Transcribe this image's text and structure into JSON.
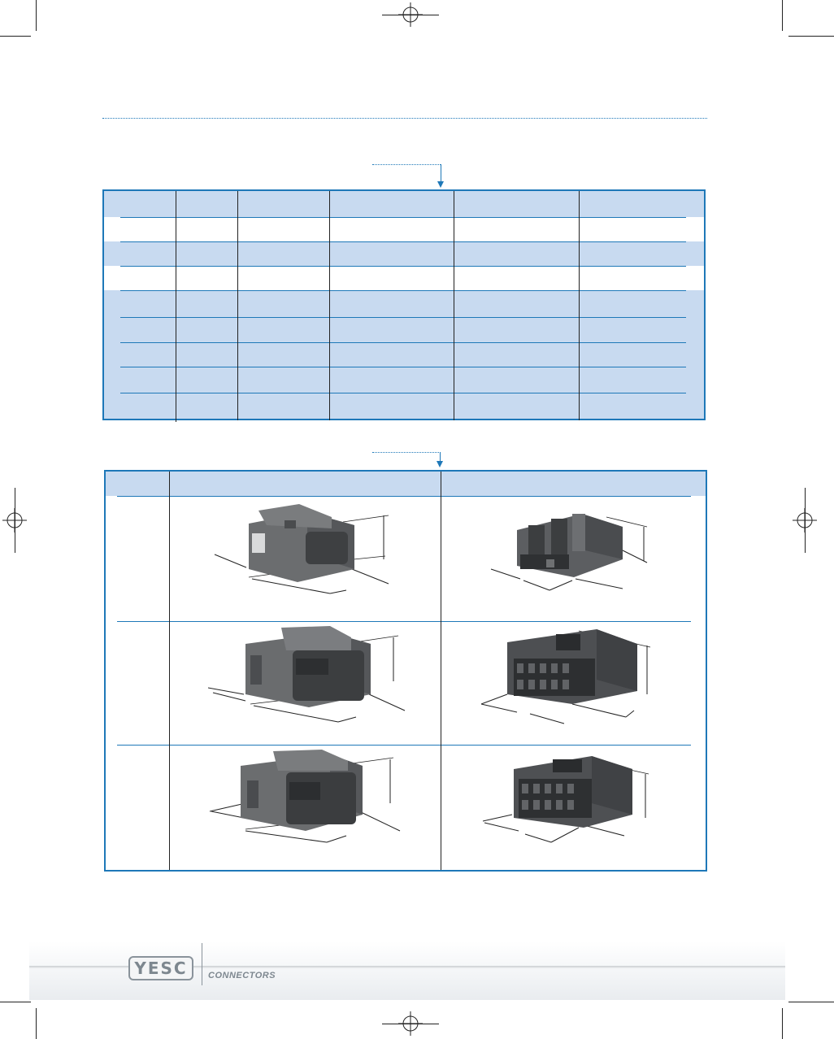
{
  "branding": {
    "logo_text": "YESC",
    "logo_subtitle": "CONNECTORS"
  },
  "colors": {
    "accent_blue": "#1e78b8",
    "header_band": "#c8daf0",
    "connector_gray": "#5f6163"
  },
  "spec_table": {
    "columns": 6,
    "rows": 8
  },
  "image_table": {
    "columns": 3,
    "rows": 3,
    "images": [
      "male-connector-small-icon",
      "female-connector-small-icon",
      "male-connector-medium-icon",
      "female-connector-medium-icon",
      "male-connector-large-icon",
      "female-connector-large-icon"
    ]
  }
}
